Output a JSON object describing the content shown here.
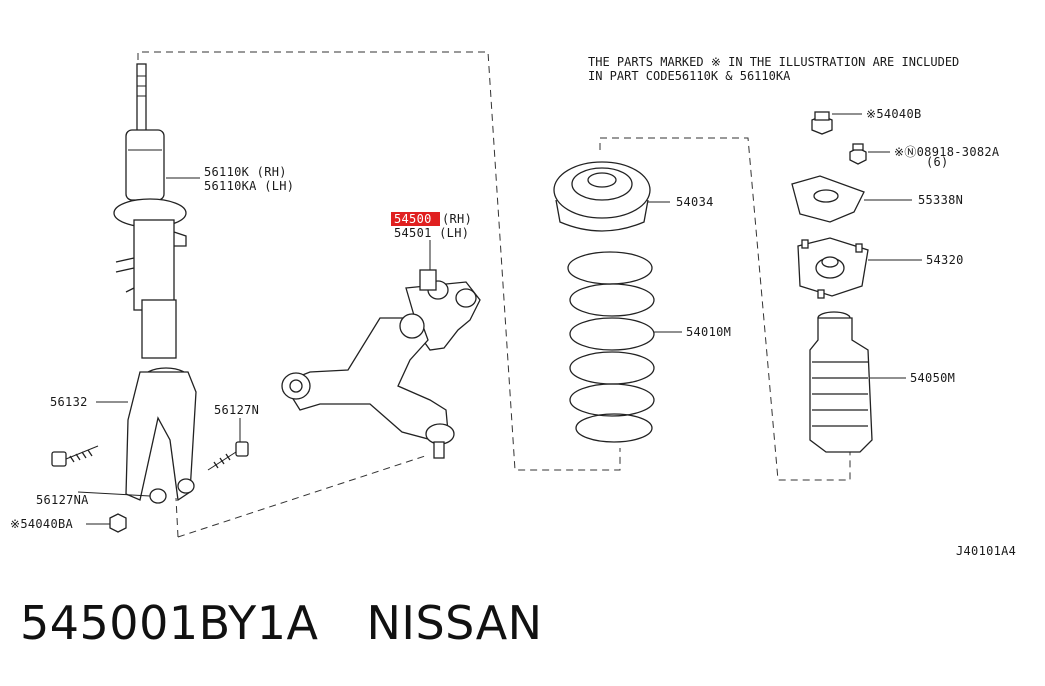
{
  "note": {
    "line1": "THE PARTS MARKED ※ IN THE ILLUSTRATION ARE INCLUDED",
    "line2": "IN PART CODE56110K & 56110KA"
  },
  "labels": {
    "strut_rh": "56110K (RH)",
    "strut_lh": "56110KA (LH)",
    "arm_rh_code": "54500",
    "arm_rh_side": "(RH)",
    "arm_lh": "54501 (LH)",
    "seat": "54034",
    "spring": "54010M",
    "bolt_top": "※54040B",
    "nut": "※Ⓝ08918-3082A",
    "nut_qty": "(6)",
    "plate": "55338N",
    "mount": "54320",
    "boot": "54050M",
    "fork": "56132",
    "bolt_fork": "56127N",
    "bolt_left": "56127NA",
    "nut_bottom": "※54040BA",
    "drawing_id": "J40101A4"
  },
  "highlight_color": "#e02020",
  "caption": {
    "part_number": "545001BY1A",
    "brand": "NISSAN"
  }
}
